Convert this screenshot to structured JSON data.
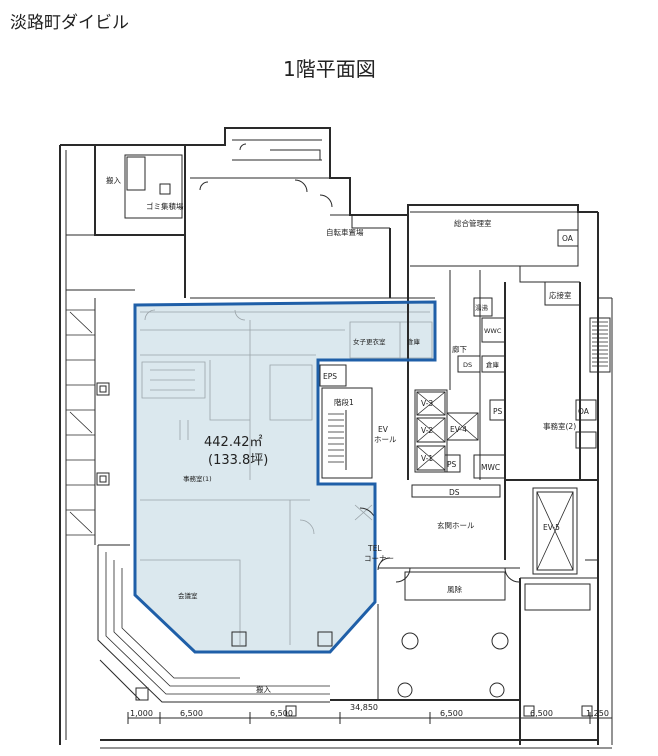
{
  "header": {
    "building_name": "淡路町ダイビル",
    "floor_title": "1階平面図"
  },
  "rental_area": {
    "area_sqm": "442.42㎡",
    "area_tsubo": "(133.8坪)"
  },
  "rooms": {
    "loading_top": "搬入",
    "garbage": "ゴミ集積場",
    "bicycle": "自転車置場",
    "management": "総合管理室",
    "oa_top": "OA",
    "reception": "応接室",
    "kitchenette": "湯沸",
    "wwc": "WWC",
    "corridor": "廊下",
    "locker": "女子更衣室",
    "storage_1": "倉庫",
    "eps": "EPS",
    "ds_upper": "DS",
    "storage_2": "倉庫",
    "stair": "階段1",
    "ev_3": "V-3",
    "ev_2": "V-2",
    "ev_1": "V-1",
    "ev_4": "EV-4",
    "ev_hall_1": "EV",
    "ev_hall_2": "ホール",
    "ps_upper": "PS",
    "office_2": "事務室(2)",
    "oa_right": "OA",
    "ps_lower": "PS",
    "mwc": "MWC",
    "ds_lower": "DS",
    "office_1": "事務室(1)",
    "ev_5": "EV-5",
    "entrance_hall": "玄関ホール",
    "tel_1": "TEL",
    "tel_2": "コーナー",
    "meeting": "会議室",
    "windbreak": "風除",
    "loading_bottom": "搬入"
  },
  "dimensions": [
    "1,000",
    "6,500",
    "6,500",
    "34,850",
    "6,500",
    "6,500",
    "1,250"
  ],
  "colors": {
    "highlight_outline": "#1f5fa8",
    "highlight_fill": "#dbe8ee",
    "linework": "#2a2a2a",
    "detail_linework": "#9aa3a8"
  }
}
